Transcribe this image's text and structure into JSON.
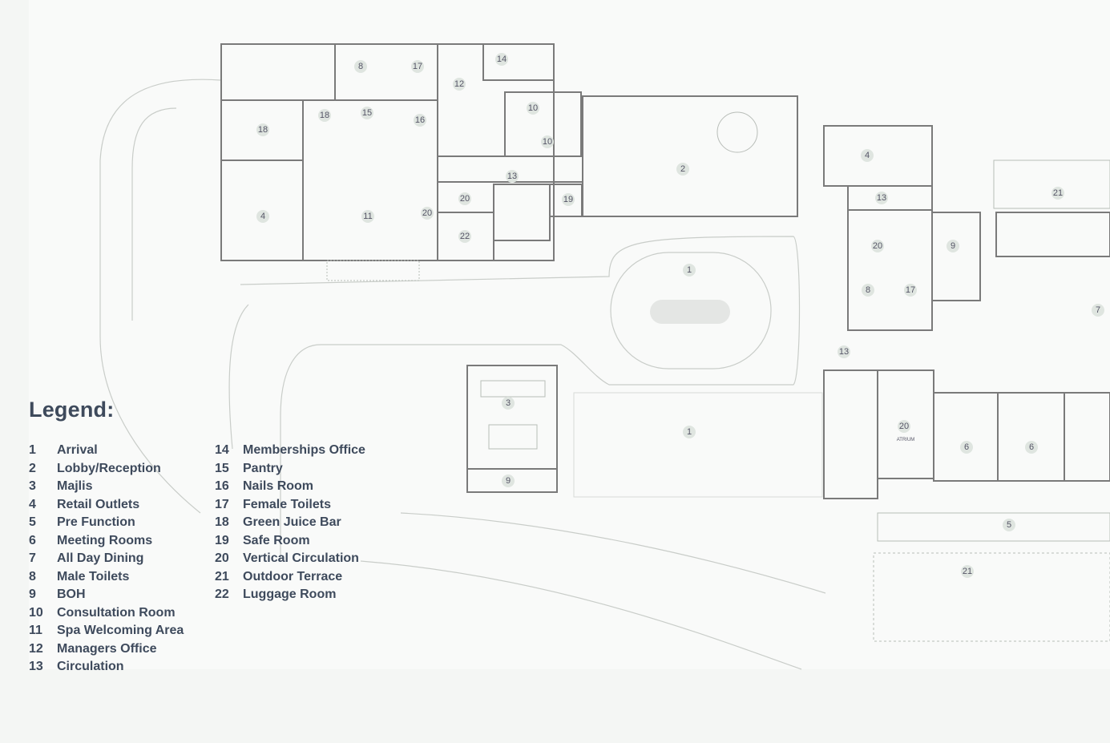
{
  "legend": {
    "title": "Legend:",
    "items": [
      {
        "num": "1",
        "label": "Arrival"
      },
      {
        "num": "2",
        "label": "Lobby/Reception"
      },
      {
        "num": "3",
        "label": "Majlis"
      },
      {
        "num": "4",
        "label": "Retail Outlets"
      },
      {
        "num": "5",
        "label": "Pre Function"
      },
      {
        "num": "6",
        "label": "Meeting Rooms"
      },
      {
        "num": "7",
        "label": "All Day Dining"
      },
      {
        "num": "8",
        "label": "Male Toilets"
      },
      {
        "num": "9",
        "label": "BOH"
      },
      {
        "num": "10",
        "label": "Consultation Room"
      },
      {
        "num": "11",
        "label": "Spa Welcoming Area"
      },
      {
        "num": "12",
        "label": "Managers Office"
      },
      {
        "num": "13",
        "label": "Circulation"
      },
      {
        "num": "14",
        "label": "Memberships Office"
      },
      {
        "num": "15",
        "label": "Pantry"
      },
      {
        "num": "16",
        "label": "Nails Room"
      },
      {
        "num": "17",
        "label": "Female Toilets"
      },
      {
        "num": "18",
        "label": "Green Juice Bar"
      },
      {
        "num": "19",
        "label": "Safe Room"
      },
      {
        "num": "20",
        "label": "Vertical Circulation"
      },
      {
        "num": "21",
        "label": "Outdoor Terrace"
      },
      {
        "num": "22",
        "label": "Luggage Room"
      }
    ]
  },
  "plan": {
    "room_tags": [
      "8",
      "17",
      "14",
      "12",
      "18",
      "15",
      "16",
      "10",
      "10",
      "2",
      "4",
      "13",
      "21",
      "18",
      "4",
      "11",
      "20",
      "20",
      "22",
      "19",
      "13",
      "20",
      "9",
      "8",
      "17",
      "7",
      "1",
      "13",
      "3",
      "1",
      "20",
      "6",
      "6",
      "9",
      "5",
      "21"
    ],
    "annotation": "ATRIUM"
  },
  "colors": {
    "wall": "#7a7a7a",
    "text": "#3e4a5c",
    "badge": "#dfe5e0",
    "ground": "#f4f6f4"
  }
}
